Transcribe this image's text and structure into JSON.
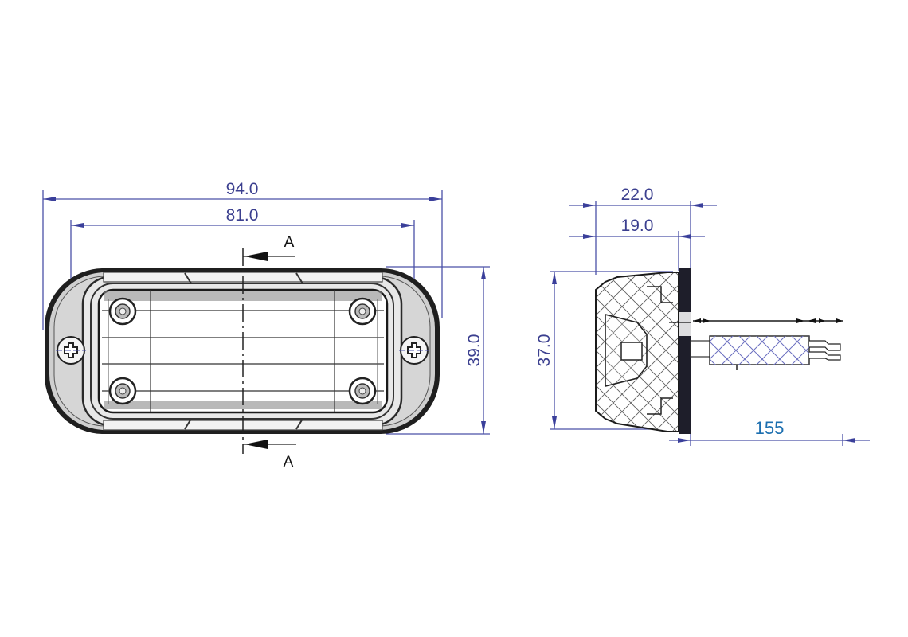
{
  "drawing": {
    "type": "technical-dimension-drawing",
    "subject": "Rectangular surface-mount LED lamp with screw flanges and cable",
    "front_view": {
      "overall_width": "94.0",
      "hole_spacing": "81.0",
      "height": "39.0",
      "section_marker_top": "A",
      "section_marker_bottom": "A"
    },
    "side_view": {
      "overall_depth": "22.0",
      "body_depth": "19.0",
      "height": "37.0",
      "cable_length": "155"
    },
    "colors": {
      "dimension_line": "#4a50a8",
      "dimension_text": "#3b3f8f",
      "cable_length_text": "#1c6fb0",
      "outline": "#1a1a1a",
      "flange_fill": "#d4d4d4",
      "background": "#ffffff"
    }
  }
}
